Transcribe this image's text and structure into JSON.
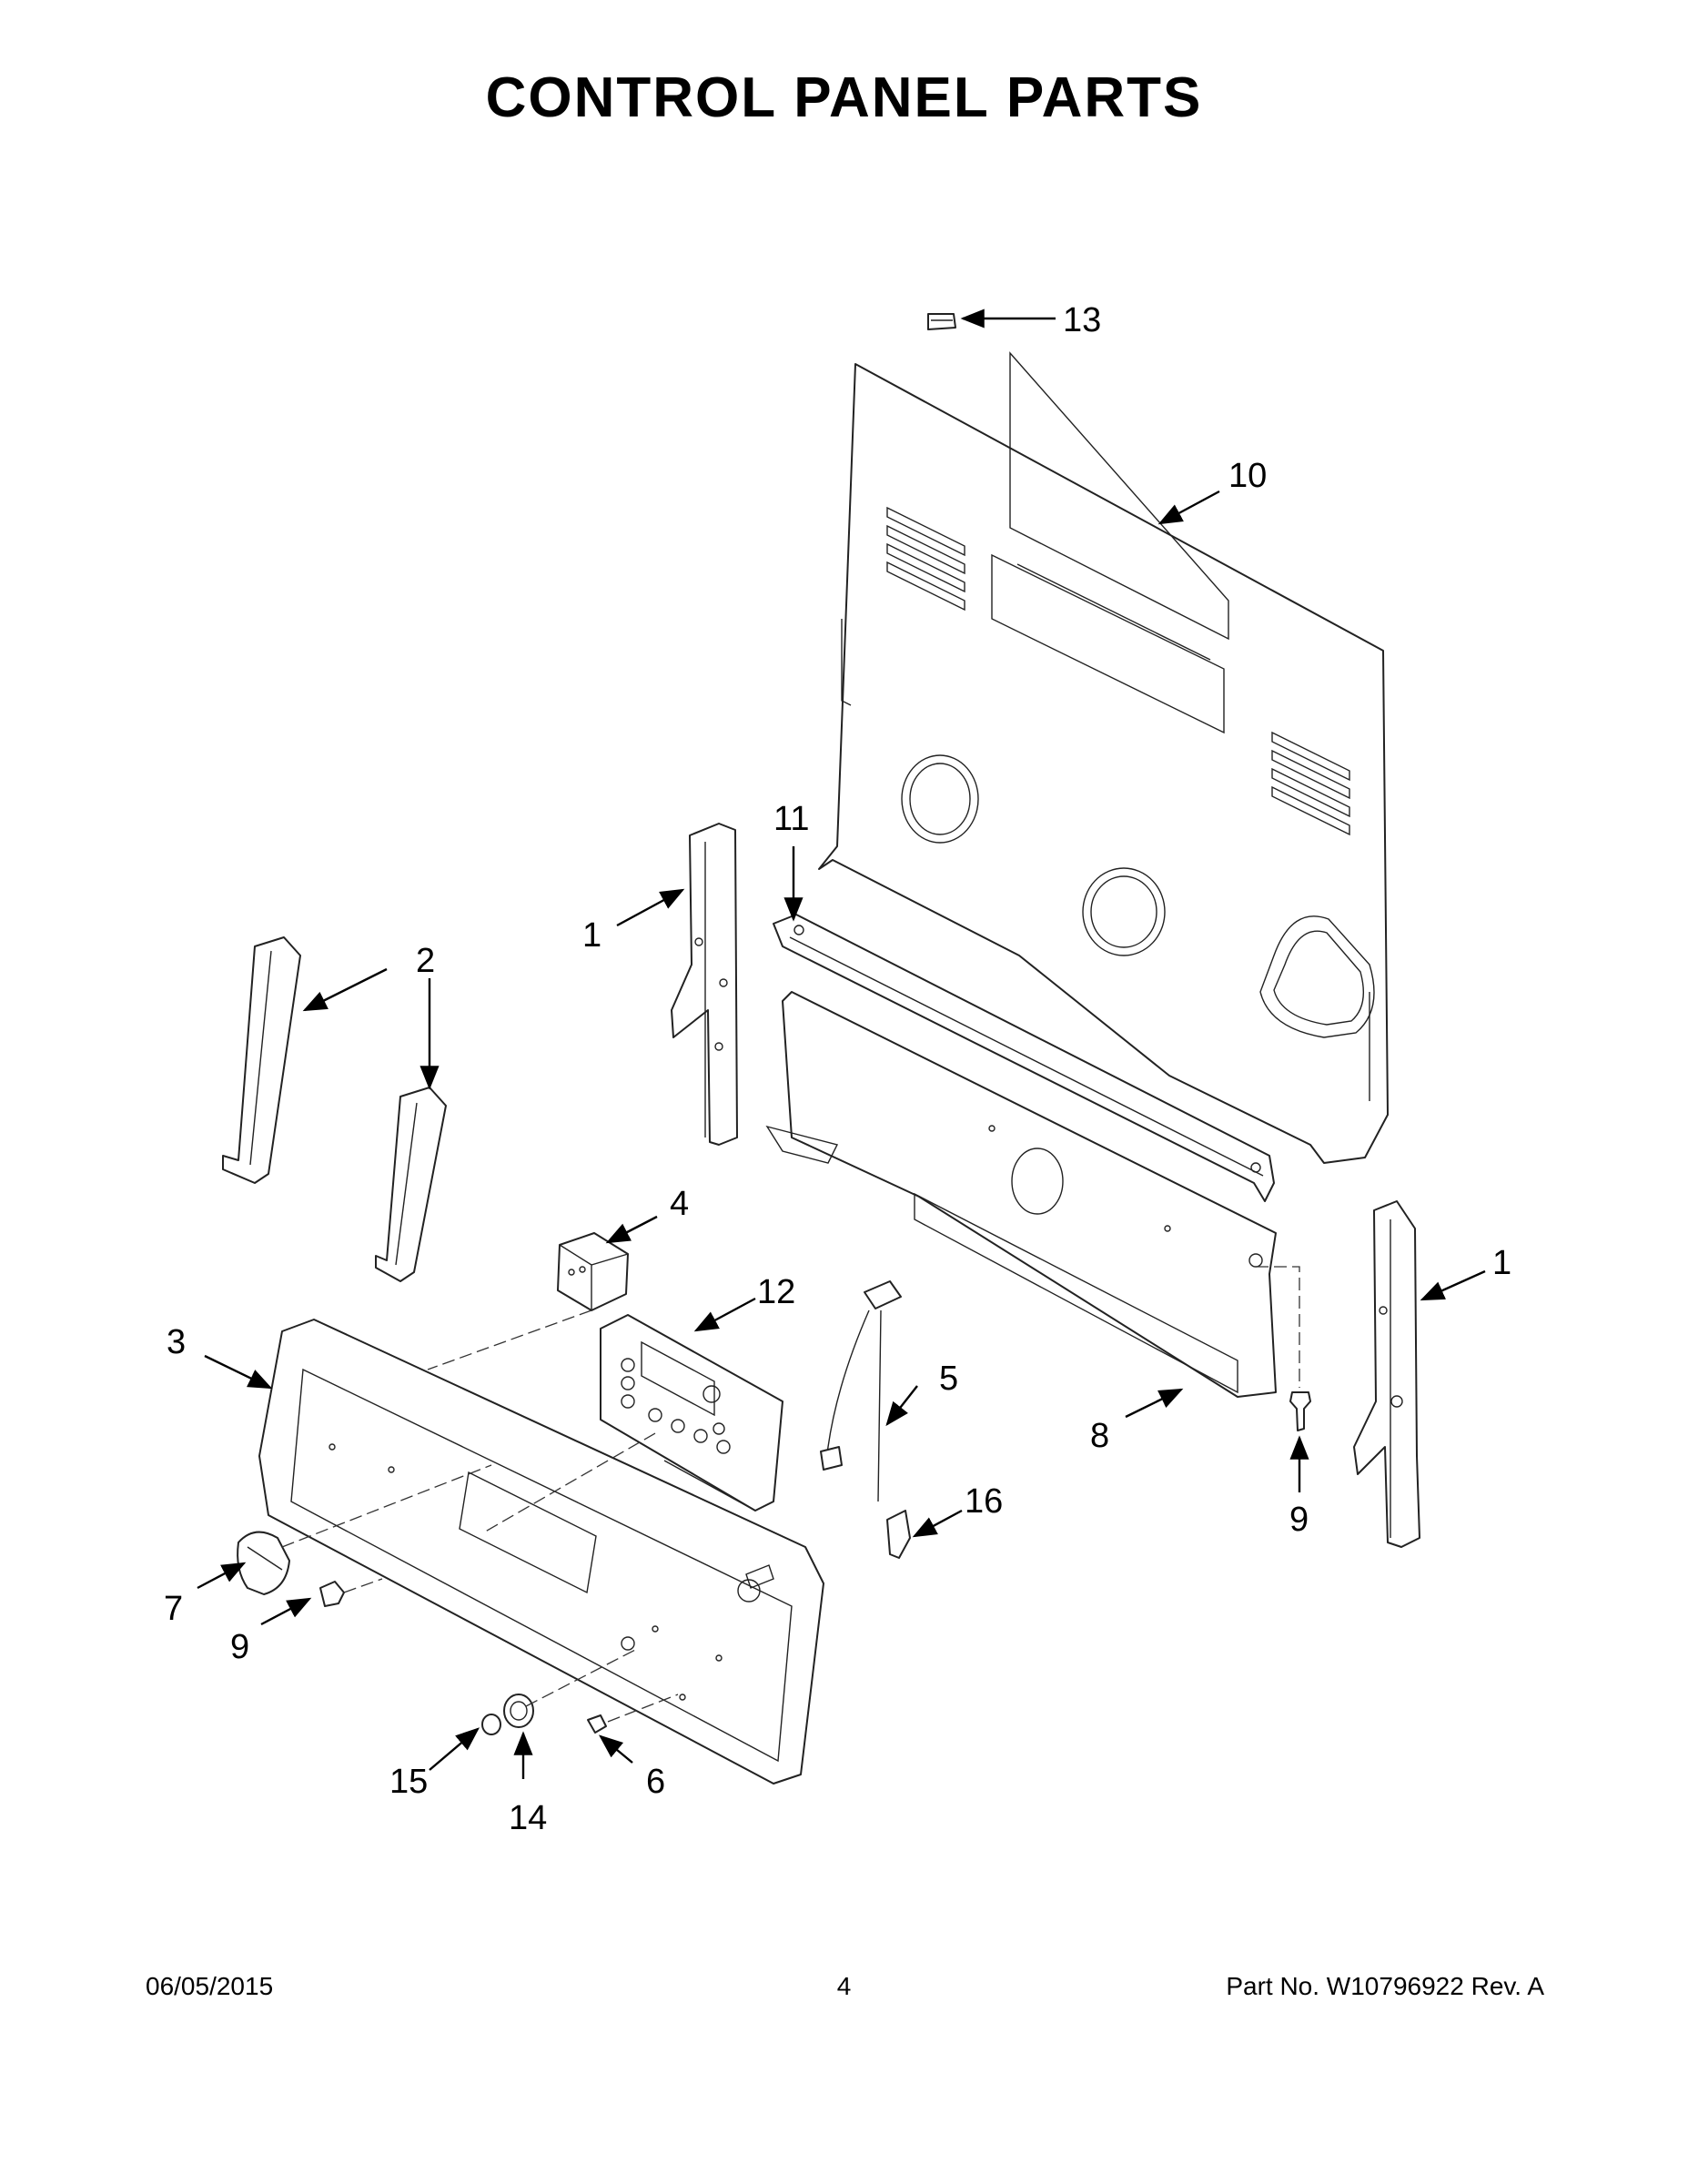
{
  "title": "CONTROL PANEL PARTS",
  "callouts": {
    "c1a": "1",
    "c1b": "1",
    "c2": "2",
    "c3": "3",
    "c4": "4",
    "c5": "5",
    "c6": "6",
    "c7": "7",
    "c8": "8",
    "c9a": "9",
    "c9b": "9",
    "c10": "10",
    "c11": "11",
    "c12": "12",
    "c13": "13",
    "c14": "14",
    "c15": "15",
    "c16": "16"
  },
  "footer": {
    "date": "06/05/2015",
    "page": "4",
    "part_number": "Part No.  W10796922  Rev.  A"
  }
}
